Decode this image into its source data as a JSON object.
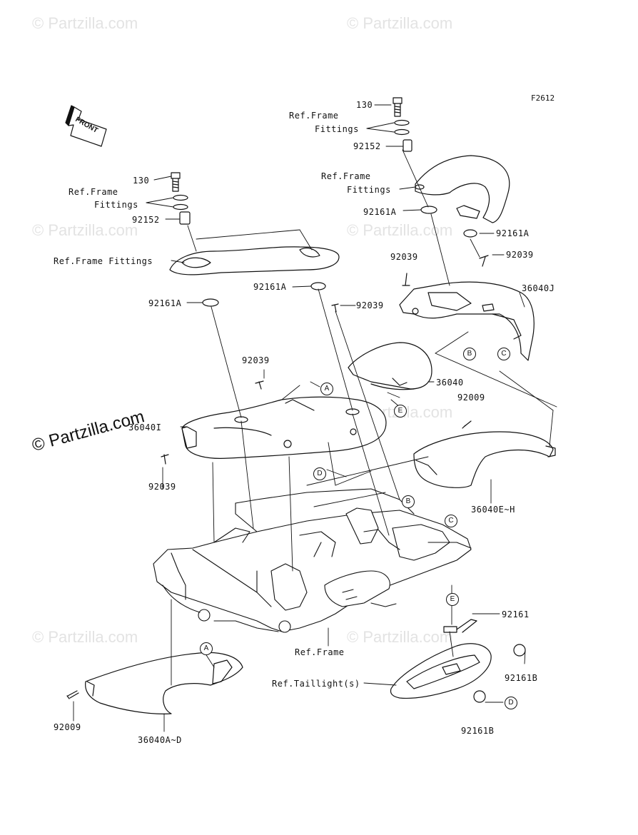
{
  "diagram_code": "F2612",
  "front_arrow": "FRONT",
  "watermark": "© Partzilla.com",
  "brand": "© Partzilla.com",
  "labels": {
    "p130_right": "130",
    "ref_frame_fittings_r1_a": "Ref.Frame",
    "ref_frame_fittings_r1_b": "Fittings",
    "p92152_right": "92152",
    "ref_frame_fittings_r2_a": "Ref.Frame",
    "ref_frame_fittings_r2_b": "Fittings",
    "p92161A_right1": "92161A",
    "p92161A_right2": "92161A",
    "p92039_right": "92039",
    "p92039_mid_right": "92039",
    "p36040J": "36040J",
    "p130_left": "130",
    "ref_frame_fittings_l_a": "Ref.Frame",
    "ref_frame_fittings_l_b": "Fittings",
    "p92152_left": "92152",
    "ref_frame_fittings_long": "Ref.Frame Fittings",
    "p92161A_mid": "92161A",
    "p92161A_left": "92161A",
    "p92039_mid": "92039",
    "p92039_center": "92039",
    "p36040": "36040",
    "p92009_right": "92009",
    "p36040I": "36040I",
    "p92039_left": "92039",
    "p36040EH": "36040E~H",
    "p92161": "92161",
    "ref_frame": "Ref.Frame",
    "ref_taillights": "Ref.Taillight(s)",
    "p92161B_1": "92161B",
    "p92161B_2": "92161B",
    "p92009_left": "92009",
    "p36040AD": "36040A~D"
  },
  "callouts": {
    "A1": "A",
    "A2": "A",
    "B1": "B",
    "B2": "B",
    "C1": "C",
    "C2": "C",
    "D1": "D",
    "D2": "D",
    "E1": "E",
    "E2": "E"
  }
}
